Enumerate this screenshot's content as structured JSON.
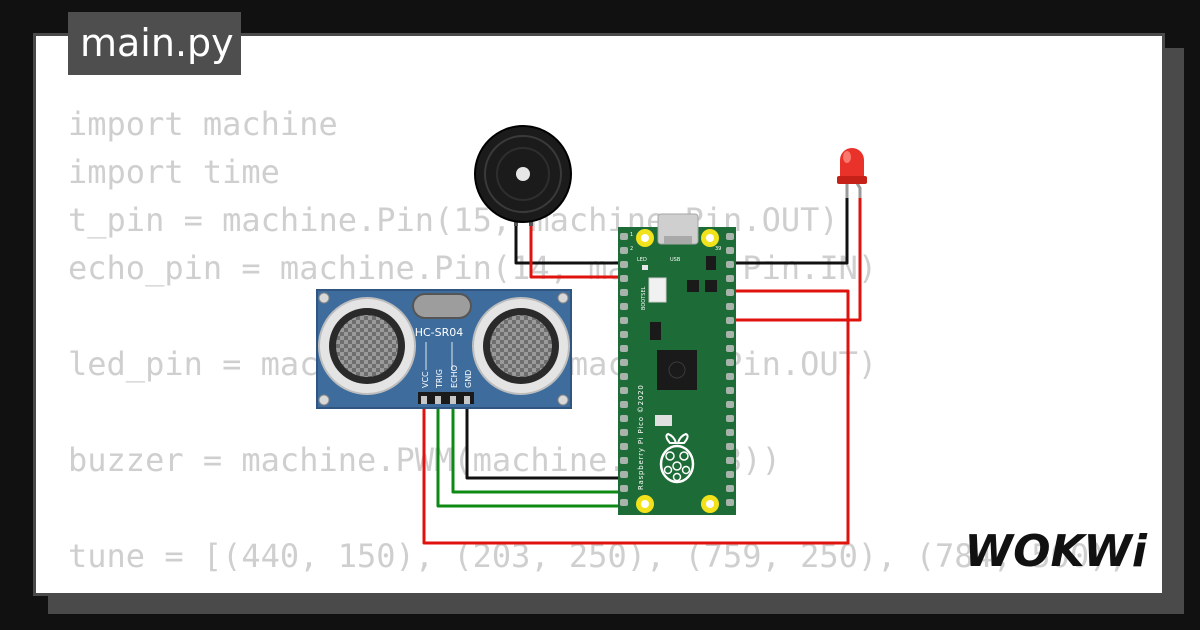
{
  "file_tab": {
    "label": "main.py"
  },
  "code_lines": [
    "import machine",
    "import time",
    "t_pin = machine.Pin(15, machine.Pin.OUT)",
    "echo_pin = machine.Pin(14, machine.Pin.IN)",
    "",
    "led_pin = machine.Pin(16, machine.Pin.OUT)",
    "",
    "buzzer = machine.PWM(machine.Pin(13))",
    "",
    "tune = [(440, 150), (203, 250), (759, 250), (784, 500),"
  ],
  "sensor": {
    "model": "HC-SR04",
    "pins": [
      "VCC",
      "TRIG",
      "ECHO",
      "GND"
    ]
  },
  "pico": {
    "silkscreen": "Raspberry Pi Pico ©2020",
    "bootsel_label": "BOOTSEL",
    "led_label": "LED",
    "usb_label": "USB",
    "pin_labels": [
      "1",
      "2",
      "39"
    ]
  },
  "brand": {
    "logo_text": "WOKWi"
  },
  "colors": {
    "wire_red": "#e0120e",
    "wire_black": "#111111",
    "wire_green": "#0d8a14",
    "pico_green": "#1d6b37",
    "sensor_blue": "#3e6c9c",
    "led_red": "#e8322a"
  }
}
